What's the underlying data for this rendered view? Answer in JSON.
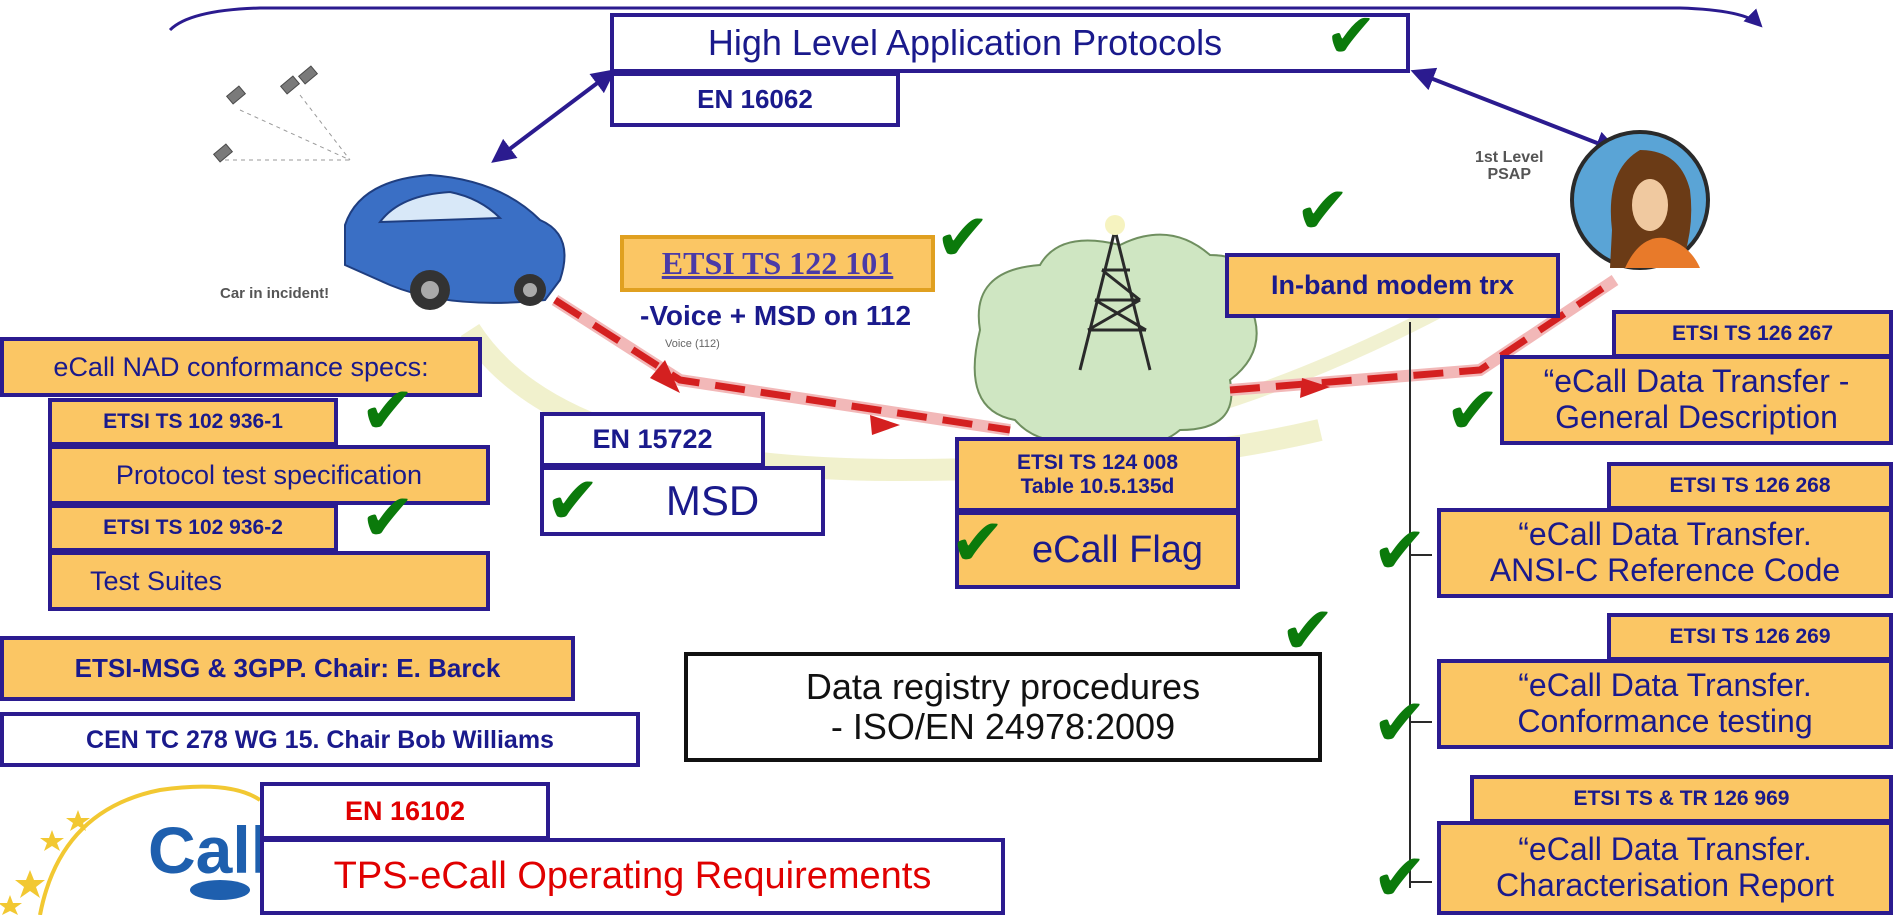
{
  "top": {
    "protocols_title": "High Level Application Protocols",
    "protocols_std": "EN 16062"
  },
  "images": {
    "car_caption": "Car in incident!",
    "psap_caption": "1st Level\nPSAP",
    "voice_caption": "Voice (112)"
  },
  "etsi122": {
    "title": "ETSI TS 122 101",
    "subtitle": "-Voice + MSD on 112"
  },
  "inband": {
    "label": "In-band modem trx"
  },
  "nad": {
    "header": "eCall NAD conformance specs:",
    "spec1": "ETSI TS 102 936-1",
    "spec1_desc": "Protocol test specification",
    "spec2": "ETSI TS 102 936-2",
    "spec2_desc": "Test Suites"
  },
  "msd": {
    "std": "EN 15722",
    "label": "MSD"
  },
  "flag": {
    "std": "ETSI TS 124 008\nTable 10.5.135d",
    "label": "eCall Flag"
  },
  "right_specs": [
    {
      "std": "ETSI TS 126 267",
      "desc": "“eCall Data Transfer -\nGeneral Description"
    },
    {
      "std": "ETSI TS 126 268",
      "desc": "“eCall Data Transfer.\nANSI-C Reference Code"
    },
    {
      "std": "ETSI TS 126 269",
      "desc": "“eCall Data Transfer.\nConformance testing"
    },
    {
      "std": "ETSI TS & TR 126 969",
      "desc": "“eCall Data Transfer.\nCharacterisation Report"
    }
  ],
  "chairs": {
    "etsi": "ETSI-MSG & 3GPP. Chair: E. Barck",
    "cen": "CEN TC 278 WG 15. Chair Bob Williams"
  },
  "registry": {
    "text": "Data registry procedures\n- ISO/EN 24978:2009"
  },
  "tps": {
    "std": "EN 16102",
    "label": "TPS-eCall Operating Requirements"
  },
  "logo": {
    "text": "Call"
  },
  "colors": {
    "border": "#2b1b8f",
    "gold_fill": "#fbc664",
    "check_green": "#0b7a0b",
    "red_text": "#e00000",
    "navy_text": "#1a1a8c"
  },
  "icons": [
    "check-icon",
    "satellite-icon",
    "car-icon",
    "tower-icon",
    "operator-icon",
    "eu-star-icon"
  ]
}
